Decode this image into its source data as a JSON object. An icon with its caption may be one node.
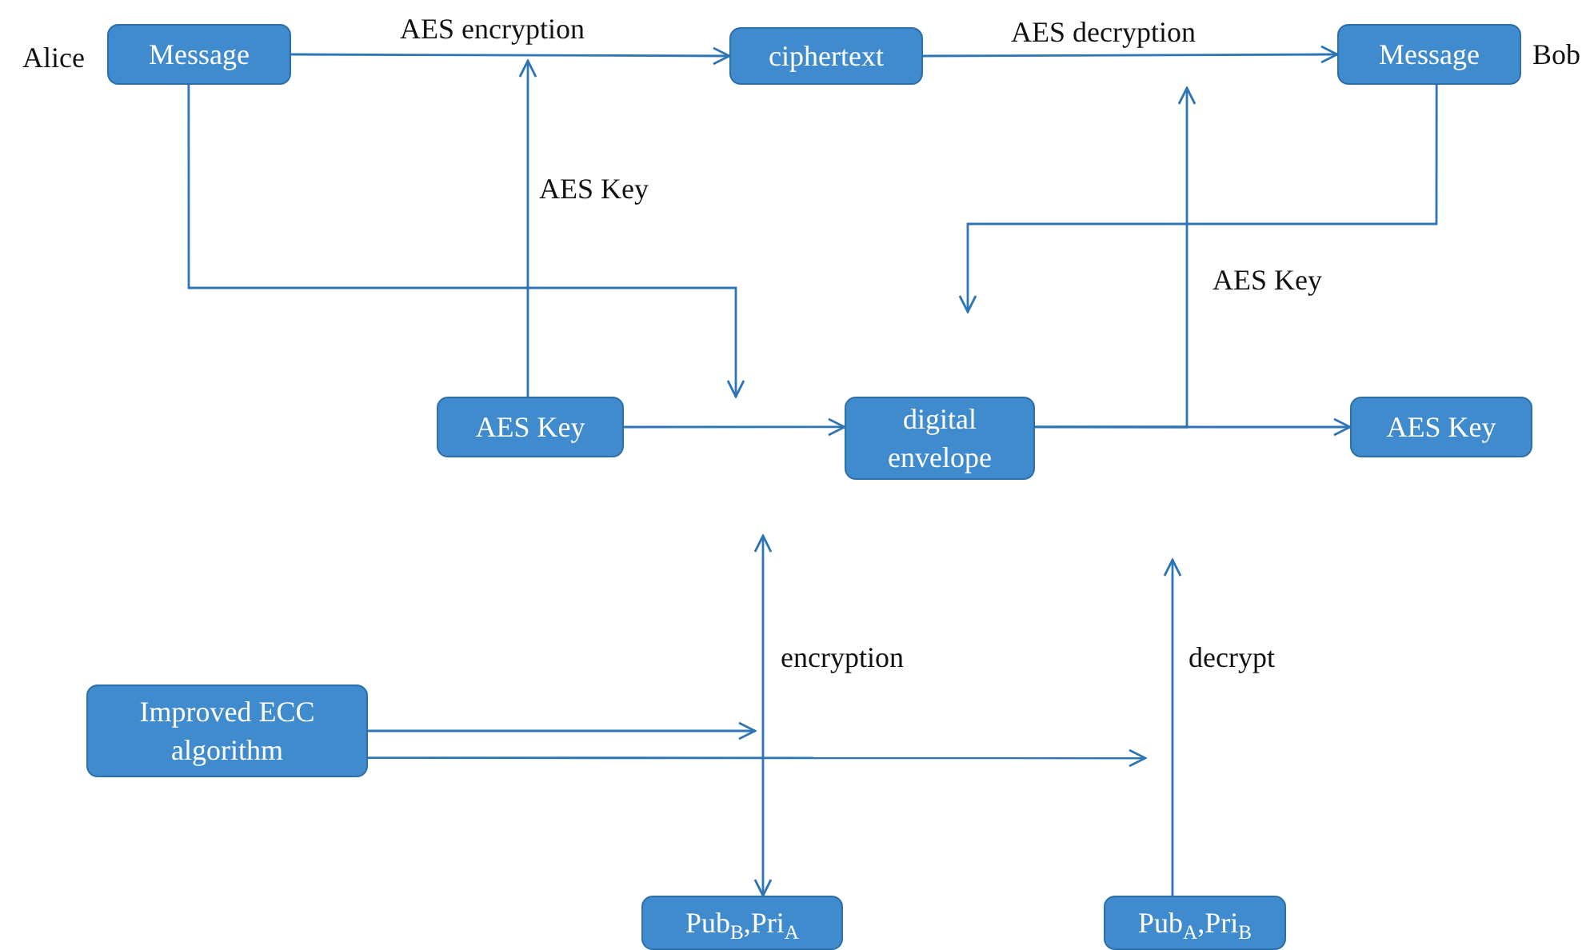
{
  "diagram": {
    "nodes": [
      {
        "text": [
          "Message"
        ],
        "beside": [
          "Alice"
        ]
      },
      {
        "text": [
          "ciphertext"
        ]
      },
      {
        "text": [
          "Message"
        ],
        "beside": [
          "Bob"
        ]
      },
      {
        "text": [
          "AES Key"
        ]
      },
      {
        "text": [
          "digital envelope"
        ]
      },
      {
        "text": [
          "AES Key"
        ]
      },
      {
        "text": [
          "Improved ECC algorithm"
        ]
      },
      {
        "text": [
          "Pub$_{B}$,Pri$_{A}$"
        ]
      },
      {
        "text": [
          "Pub$_{A}$,Pri$_{B}$"
        ]
      }
    ],
    "edges": [
      {
        "from": 0,
        "to": 1,
        "arrow": "to",
        "label": "AES encryption"
      },
      {
        "from": 1,
        "to": 2,
        "arrow": "to",
        "label": "AES decryption"
      },
      {
        "from": 3,
        "to": null,
        "arrow": "to",
        "label": "AES Key"
      },
      {
        "from": 0,
        "to": null,
        "arrow": "to"
      },
      {
        "from": 3,
        "to": 4,
        "arrow": "to"
      },
      {
        "from": 4,
        "to": 5,
        "arrow": "to"
      },
      {
        "from": 4,
        "to": null,
        "arrow": "to",
        "label": "AES Key"
      },
      {
        "from": 2,
        "to": null,
        "arrow": "to"
      },
      {
        "from": 7,
        "to": null,
        "arrow": "both",
        "label": "encryption"
      },
      {
        "from": 6,
        "to": null,
        "arrow": "to"
      },
      {
        "from": 6,
        "to": null,
        "arrow": "to"
      },
      {
        "from": 8,
        "to": null,
        "arrow": "to",
        "label": "decrypt"
      }
    ]
  }
}
